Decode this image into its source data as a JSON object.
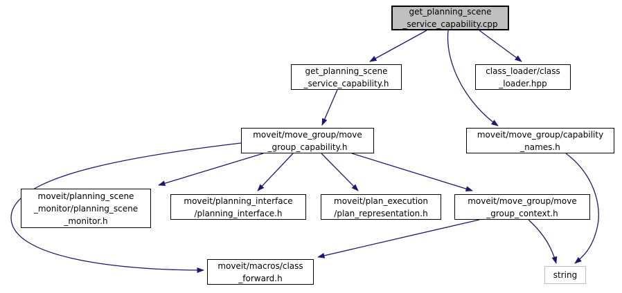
{
  "diagram": {
    "kind": "doxygen-include-dependency-graph",
    "edge_color": "#191970",
    "root_fill": "#bfbfbf",
    "nodes": {
      "root": {
        "label": "get_planning_scene\n_service_capability.cpp"
      },
      "gps_h": {
        "label": "get_planning_scene\n_service_capability.h"
      },
      "class_loader": {
        "label": "class_loader/class\n_loader.hpp"
      },
      "move_group_capability": {
        "label": "moveit/move_group/move\n_group_capability.h"
      },
      "capability_names": {
        "label": "moveit/move_group/capability\n_names.h"
      },
      "planning_scene_monitor": {
        "label": "moveit/planning_scene\n_monitor/planning_scene\n_monitor.h"
      },
      "planning_interface": {
        "label": "moveit/planning_interface\n/planning_interface.h"
      },
      "plan_representation": {
        "label": "moveit/plan_execution\n/plan_representation.h"
      },
      "move_group_context": {
        "label": "moveit/move_group/move\n_group_context.h"
      },
      "class_forward": {
        "label": "moveit/macros/class\n_forward.h"
      },
      "string": {
        "label": "string"
      }
    },
    "edges": [
      {
        "from": "root",
        "to": "gps_h"
      },
      {
        "from": "root",
        "to": "class_loader"
      },
      {
        "from": "root",
        "to": "capability_names"
      },
      {
        "from": "gps_h",
        "to": "move_group_capability"
      },
      {
        "from": "move_group_capability",
        "to": "planning_scene_monitor"
      },
      {
        "from": "move_group_capability",
        "to": "planning_interface"
      },
      {
        "from": "move_group_capability",
        "to": "plan_representation"
      },
      {
        "from": "move_group_capability",
        "to": "move_group_context"
      },
      {
        "from": "move_group_capability",
        "to": "class_forward"
      },
      {
        "from": "capability_names",
        "to": "string"
      },
      {
        "from": "move_group_context",
        "to": "class_forward"
      },
      {
        "from": "move_group_context",
        "to": "string"
      }
    ]
  }
}
